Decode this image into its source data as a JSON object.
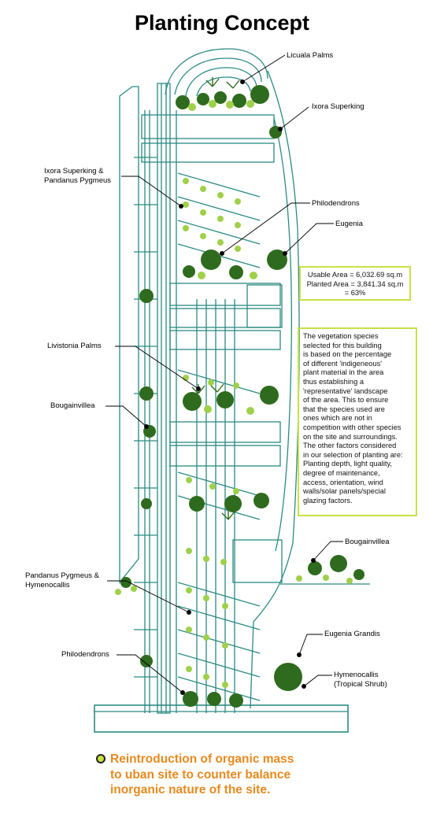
{
  "title": "Planting Concept",
  "labels": {
    "licuala_palms": "Licuala Palms",
    "ixora_superking": "Ixora Superking",
    "ixora_pandanus_1": "Ixora Superking &",
    "ixora_pandanus_2": "Pandanus Pygmeus",
    "philodendrons_top": "Philodendrons",
    "eugenia": "Eugenia",
    "livistonia_palms": "Livistonia Palms",
    "bougainvillea_left": "Bougainvillea",
    "bougainvillea_right": "Bougainvillea",
    "pandanus_hymeno_1": "Pandanus Pygmeus &",
    "pandanus_hymeno_2": "Hymenocallis",
    "eugenia_grandis": "Eugenia Grandis",
    "philodendrons_bottom": "Philodendrons",
    "hymenocallis_1": "Hymenocallis",
    "hymenocallis_2": "(Tropical Shrub)"
  },
  "area_box": {
    "line1": "Usable Area = 6,032.69 sq.m",
    "line2": "Planted Area = 3,841.34 sq.m",
    "line3": "= 63%"
  },
  "description": [
    "The vegetation species",
    "selected for this building",
    "is based on the percentage",
    "of different 'indigeneous'",
    "plant material in the area",
    "thus establishing a",
    "'representative' landscape",
    "of the area. This to ensure",
    "that the species used are",
    "ones which are not in",
    "competition with other species",
    "on the site and surroundings.",
    "The other factors considered",
    "in our selection of planting are:",
    "Planting depth, light quality,",
    "degree of maintenance,",
    "access, orientation, wind",
    "walls/solar panels/special",
    "glazing factors."
  ],
  "concept": [
    "Reintroduction of organic mass",
    "to uban site to counter balance",
    "inorganic nature of the site."
  ],
  "colors": {
    "structure": "#2a8a82",
    "foliage_dark": "#2f6b1e",
    "foliage_light": "#9fd04a",
    "box_border": "#c6e14a",
    "concept_text": "#e8891e"
  }
}
